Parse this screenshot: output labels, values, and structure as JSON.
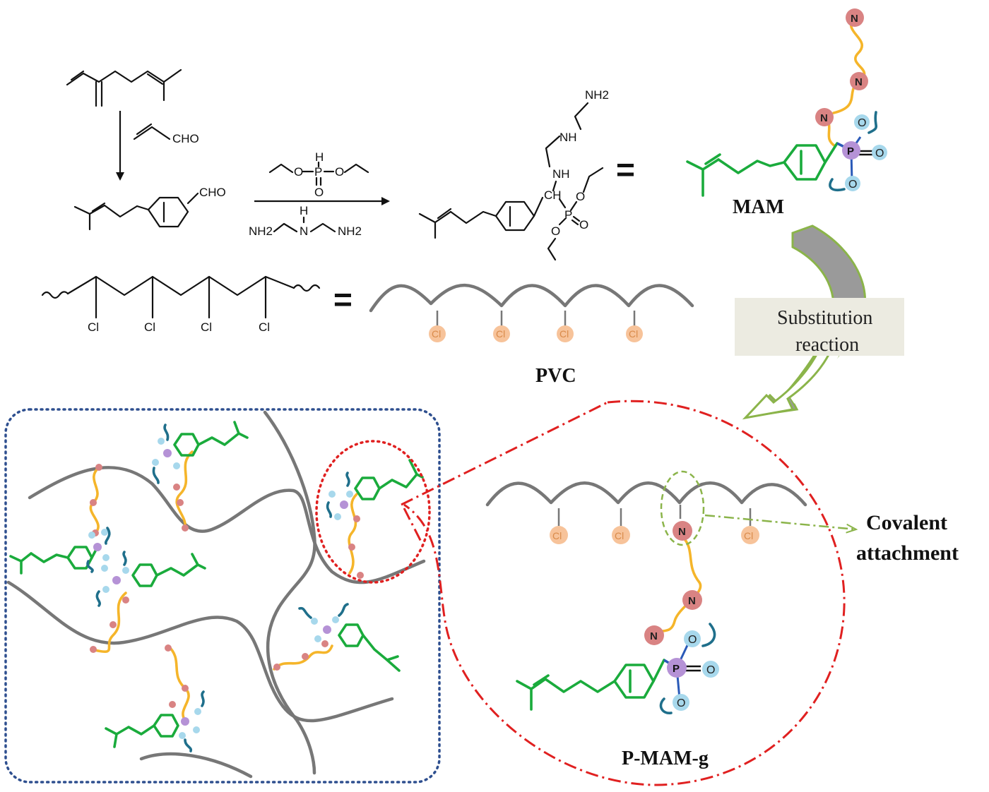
{
  "labels": {
    "cho_1": "CHO",
    "cho_2": "CHO",
    "nh2_top": "NH2",
    "nh": "NH",
    "nh_2": "NH",
    "ch": "CH",
    "p": "P",
    "o": "O",
    "h": "H",
    "cl": "Cl",
    "nh2_left": "NH2",
    "nh2_right": "NH2",
    "equals": "=",
    "mam": "MAM",
    "pvc": "PVC",
    "substitution_line1": "Substitution",
    "substitution_line2": "reaction",
    "covalent_line1": "Covalent",
    "covalent_line2": "attachment",
    "pmamg": "P-MAM-g",
    "atom_n": "N",
    "atom_o": "O",
    "atom_p": "P"
  },
  "colors": {
    "pvc_chain": "#777777",
    "terpene": "#1aab3c",
    "amine_linker": "#f5b52a",
    "n_atom": "#d98383",
    "p_atom": "#b592d6",
    "o_atom": "#a7d8ec",
    "ethyl": "#1f6f8b",
    "cl_atom": "#f7c39a",
    "blue_dotted_box": "#2e4f8f",
    "red_dashdot": "#e02020",
    "green_arrow": "#8bb44a"
  }
}
